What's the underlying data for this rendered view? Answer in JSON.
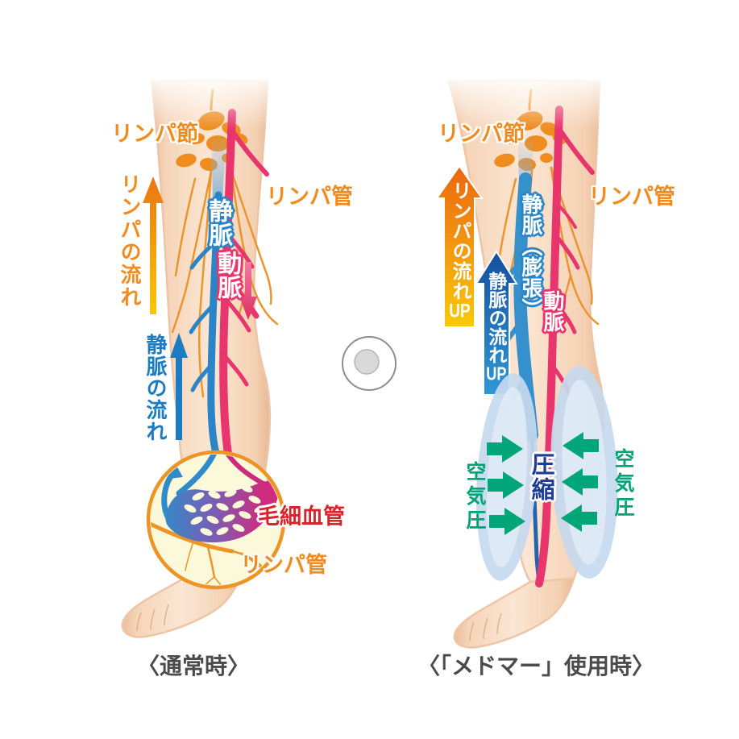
{
  "left_panel": {
    "caption": "〈通常時〉",
    "lymph_node_label": "リンパ節",
    "lymph_vessel_label": "リンパ管",
    "lymph_flow_label": "リンパの流れ",
    "vein_label": "静脈",
    "artery_label": "動脈",
    "vein_flow_label": "静脈の流れ",
    "inset": {
      "capillary_label": "毛細血管",
      "lymph_vessel_label": "リンパ管"
    }
  },
  "right_panel": {
    "caption": "〈「メドマー」使用時〉",
    "lymph_node_label": "リンパ節",
    "lymph_vessel_label": "リンパ管",
    "lymph_flow_up": {
      "text": "リンパの流れ",
      "suffix": "UP"
    },
    "vein_flow_up": {
      "text": "静脈の流れ",
      "suffix": "UP"
    },
    "vein_swollen_label": "静脈（膨張）",
    "artery_label": "動脈",
    "compression_label": "圧縮",
    "air_pressure_left_label": "空気圧",
    "air_pressure_right_label": "空気圧"
  },
  "colors": {
    "lymph_orange": "#ee8c1f",
    "vein_blue": "#2a85c8",
    "artery_pink": "#e8356d",
    "air_green": "#00a376",
    "capillary_red": "#d8232a",
    "compression_navy": "#1d3c96",
    "caption_gray": "#4b4b4b",
    "skin": "#f8dcc3",
    "cuff_blue": "#c6d9ee",
    "inset_bg": "#fcf8da"
  }
}
